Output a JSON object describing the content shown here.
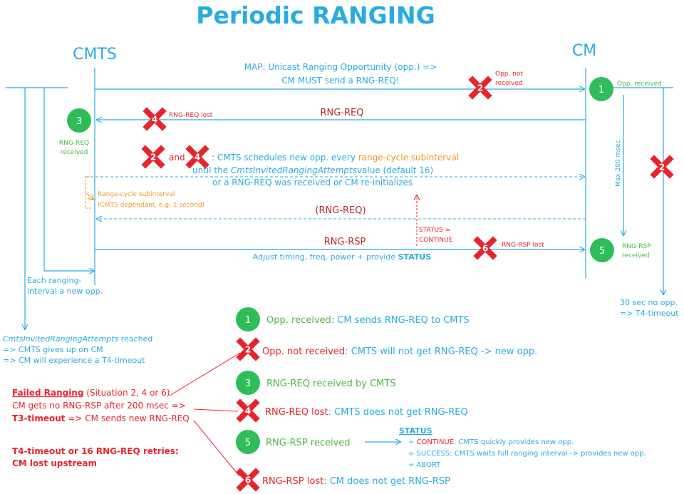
{
  "title": "Periodic RANGING",
  "colors": {
    "blue": "#29abe2",
    "green": "#2ebd59",
    "red": "#e8242b",
    "orange": "#f7931e",
    "text_green": "#4cb848",
    "dark_red": "#c1272d"
  },
  "actors": {
    "cmts": "CMTS",
    "cm": "CM"
  },
  "messages": {
    "map_line1": "MAP: Unicast Ranging Opportunity (opp.) =>",
    "map_line2": "CM MUST send a RNG-REQ!",
    "opp_not_received_1": "Opp. not",
    "opp_not_received_2": "received",
    "opp_received": "Opp. received",
    "rng_req": "RNG-REQ",
    "rng_req_lost": "RNG-REQ lost",
    "rng_req_received_1": "RNG-REQ",
    "rng_req_received_2": "received",
    "and": "and",
    "sched_1a": ": CMTS schedules new opp. every ",
    "sched_1b": "range-cycle subinterval",
    "sched_2a": "until the ",
    "sched_2b": "CmtsInvitedRangingAttempts",
    "sched_2c": "value (default 16)",
    "sched_3": "or a RNG-REQ was received or CM re-initializes",
    "range_cycle_1": "Range-cycle subinterval",
    "range_cycle_2": "(CMTS dependant, e.g. 1 second)",
    "rng_req_paren": "(RNG-REQ)",
    "max_200": "Max 200 msec",
    "status_1": "STATUS =",
    "status_2": "CONTINUE",
    "rng_rsp": "RNG-RSP",
    "rng_rsp_lost": "RNG-RSP lost",
    "rng_rsp_received_1": "RNG-RSP",
    "rng_rsp_received_2": "received",
    "adjust_a": "Adjust timing, freq, power + provide ",
    "adjust_b": "STATUS",
    "each_ranging_1": "Each ranging-",
    "each_ranging_2": "interval a new opp.",
    "thirty_sec_1": "30 sec no opp.",
    "thirty_sec_2": "=> T4-timeout",
    "gives_up_1": "CmtsInvitedRangingAttempts",
    "gives_up_1b": " reached",
    "gives_up_2": "=> CMTS gives up on CM",
    "gives_up_3": "=> CM will experience a T4-timeout"
  },
  "badges": {
    "n1": "1",
    "n2": "2",
    "n3": "3",
    "n4": "4",
    "n5": "5",
    "n6": "6"
  },
  "legend": {
    "l1a": "Opp. received",
    "l1b": ": CM sends RNG-REQ to CMTS",
    "l2a": "Opp. not received",
    "l2b": ": CMTS will not get RNG-REQ -> new opp.",
    "l3a": "RNG-REQ received by CMTS",
    "l4a": "RNG-REQ lost",
    "l4b": ": CMTS does not get RNG-REQ",
    "l5a": "RNG-RSP received",
    "l6a": "RNG-RSP lost",
    "l6b": ": CM does not get RNG-RSP"
  },
  "status_box": {
    "title": "STATUS",
    "c_a": "= ",
    "c_b": "CONTINUE",
    "c_c": ": CMTS quickly provides new opp.",
    "s_a": "= SUCCESS: CMTS waits full ranging interval -> provides new opp.",
    "abort": "= ABORT"
  },
  "failed": {
    "title": "Failed Ranging",
    "title_b": " (Situation 2, 4 or 6)",
    "line2": "CM gets no RNG-RSP after 200 msec =>",
    "line3a": "T3-timeout",
    "line3b": " => CM sends new RNG-REQ"
  },
  "t4": {
    "line1": "T4-timeout or 16 RNG-REQ retries:",
    "line2": "CM lost upstream"
  }
}
